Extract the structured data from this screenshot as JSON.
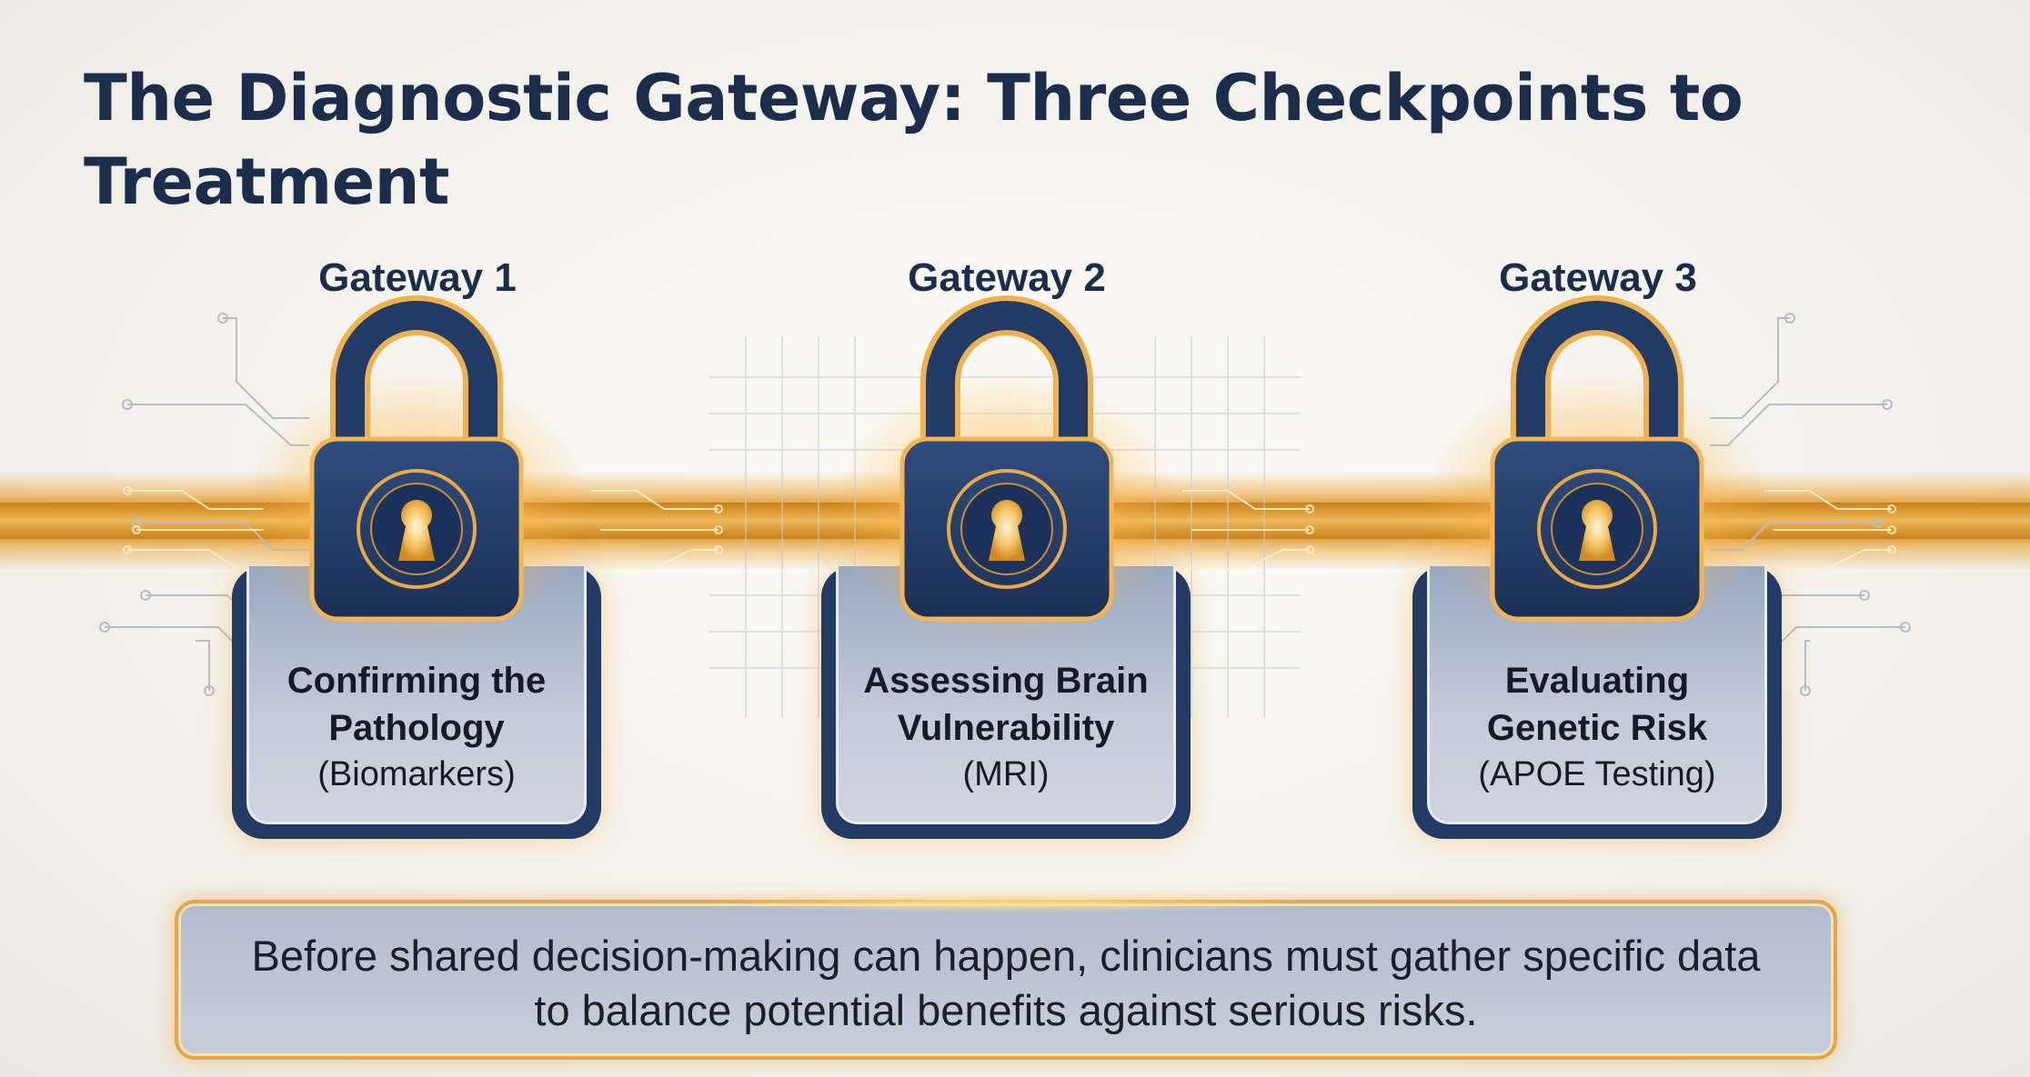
{
  "title": "The Diagnostic Gateway: Three Checkpoints to Treatment",
  "gateways": [
    {
      "label": "Gateway 1",
      "title": "Confirming the Pathology",
      "subtitle": "(Biomarkers)",
      "icon": "padlock-icon"
    },
    {
      "label": "Gateway 2",
      "title": "Assessing Brain Vulnerability",
      "subtitle": "(MRI)",
      "icon": "padlock-icon"
    },
    {
      "label": "Gateway 3",
      "title": "Evaluating Genetic Risk",
      "subtitle": "(APOE Testing)",
      "icon": "padlock-icon"
    }
  ],
  "summary": "Before shared decision-making can happen, clinicians must gather specific data to balance potential benefits against serious risks.",
  "colors": {
    "navy": "#1c2d4c",
    "lock_body": "#223a64",
    "gold": "#e8a23a",
    "card_fill": "#c4ccda"
  }
}
